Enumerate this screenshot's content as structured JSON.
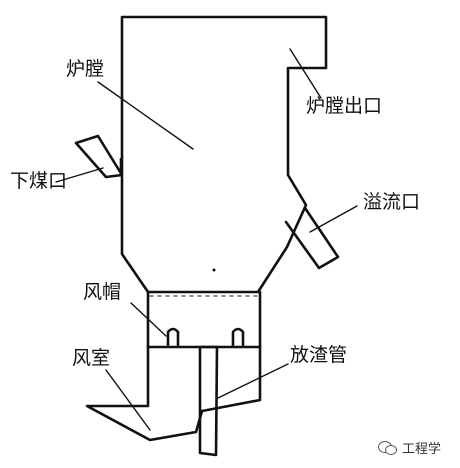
{
  "labels": {
    "furnace": "炉膛",
    "furnace_outlet": "炉膛出口",
    "coal_feed": "下煤口",
    "overflow": "溢流口",
    "air_cap": "风帽",
    "air_chamber": "风室",
    "slag_pipe": "放渣管"
  },
  "watermark": {
    "text": "工程学",
    "icon": "wechat-icon"
  },
  "colors": {
    "line": "#111111",
    "background": "#ffffff"
  }
}
